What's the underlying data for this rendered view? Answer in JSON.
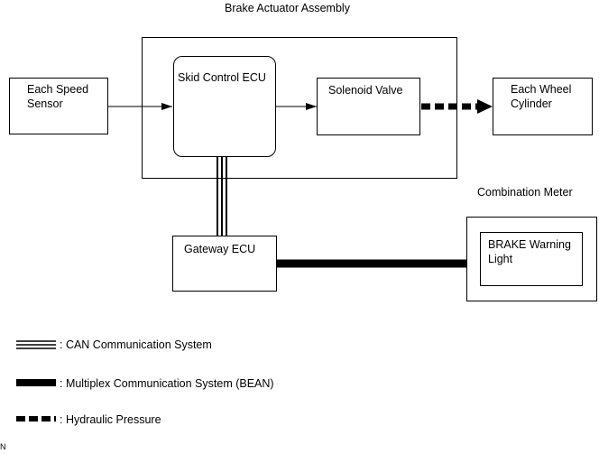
{
  "diagram": {
    "assembly_title": "Brake Actuator Assembly",
    "combination_meter_title": "Combination Meter",
    "nodes": {
      "speed_sensor": "Each Speed\nSensor",
      "skid_ecu": "Skid Control ECU",
      "solenoid": "Solenoid Valve",
      "wheel_cylinder": "Each Wheel\nCylinder",
      "gateway": "Gateway ECU",
      "brake_light": "BRAKE Warning\nLight"
    }
  },
  "legend": {
    "can": ": CAN Communication System",
    "multiplex": ": Multiplex Communication System (BEAN)",
    "hydraulic": ": Hydraulic Pressure"
  },
  "corner_mark": "N"
}
